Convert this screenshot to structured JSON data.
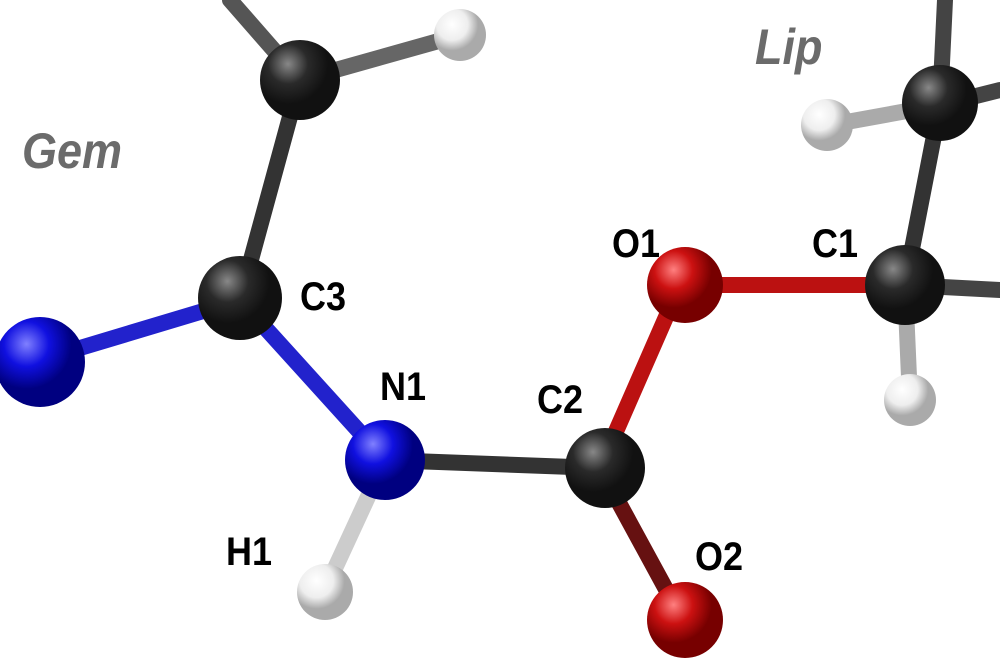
{
  "labels": {
    "gem": "Gem",
    "lip": "Lip",
    "c1": "C1",
    "c2": "C2",
    "c3": "C3",
    "n1": "N1",
    "o1": "O1",
    "o2": "O2",
    "h1": "H1"
  },
  "colors": {
    "carbon": "#2a2a2a",
    "nitrogen": "#1010e0",
    "oxygen": "#cc1111",
    "hydrogen": "#f0f0f0"
  }
}
